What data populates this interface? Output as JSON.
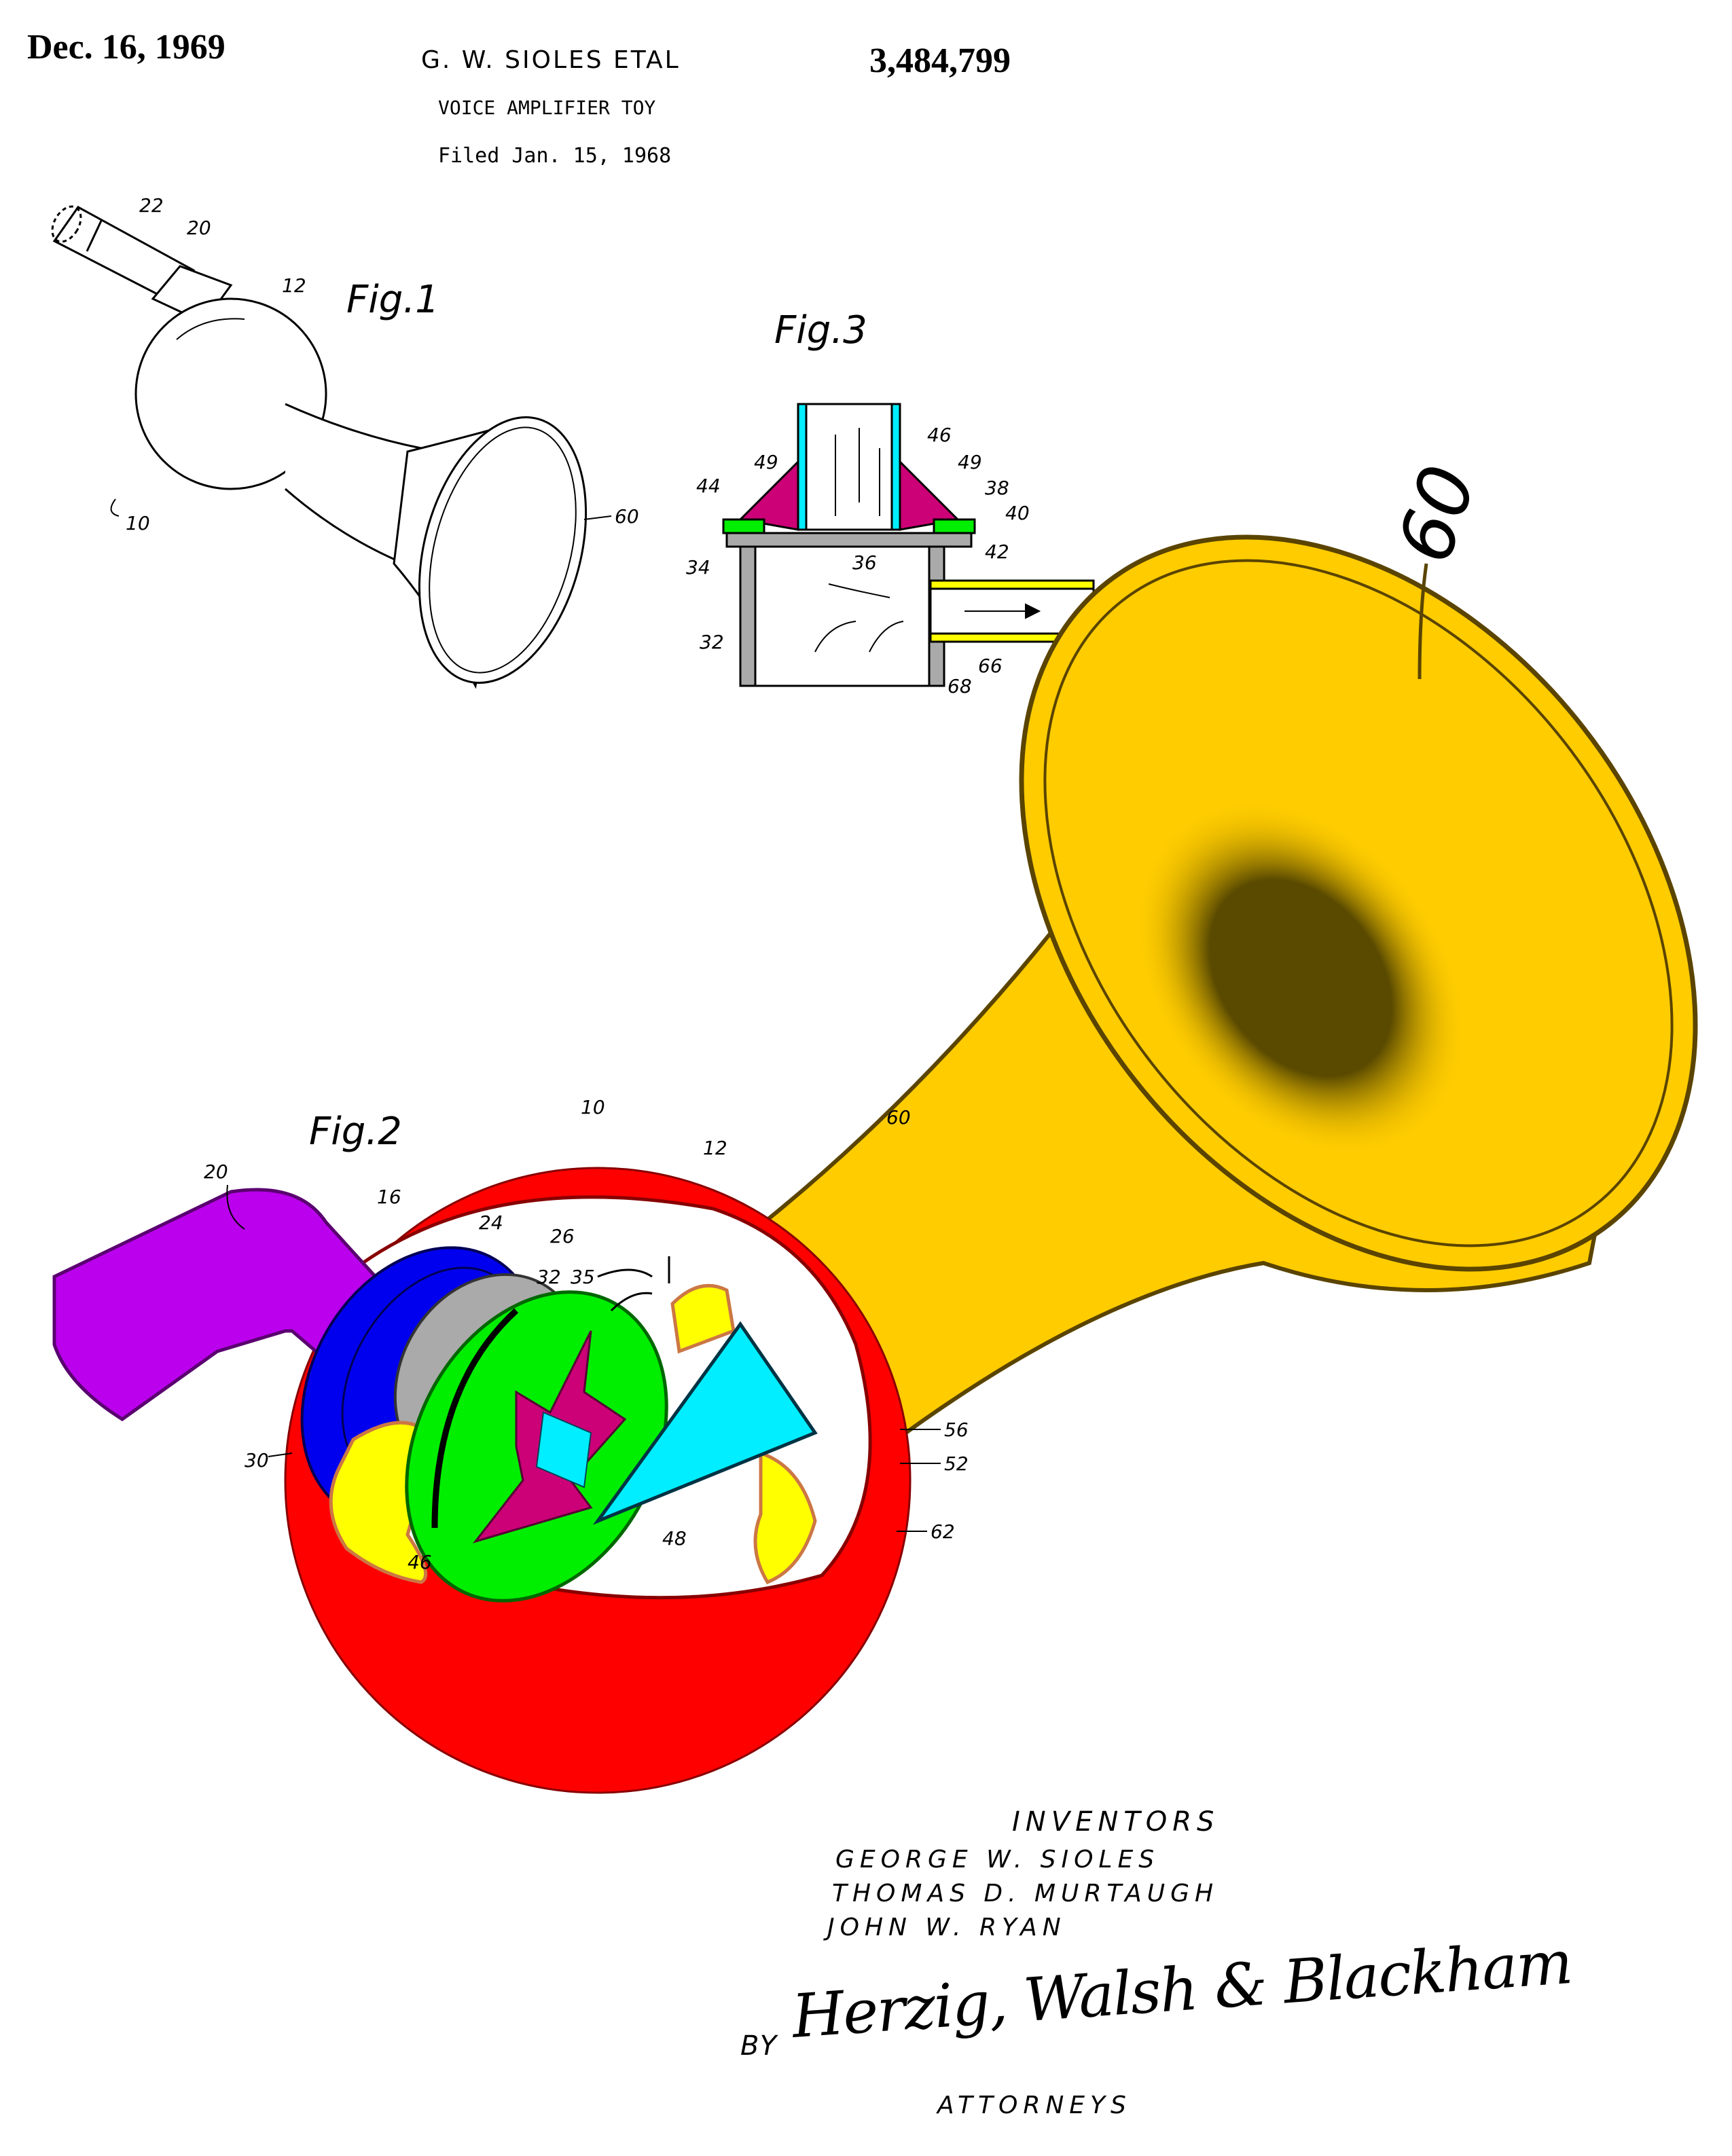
{
  "header": {
    "date": "Dec. 16, 1969",
    "assignee": "G. W. SIOLES ETAL",
    "patent_number": "3,484,799",
    "title": "VOICE AMPLIFIER TOY",
    "filed": "Filed Jan. 15, 1968"
  },
  "figures": {
    "fig1": {
      "label": "Fig.1",
      "refs": {
        "r22": "22",
        "r20": "20",
        "r12": "12",
        "r10": "10",
        "r60": "60"
      }
    },
    "fig2": {
      "label": "Fig.2",
      "refs": {
        "r10": "10",
        "r12": "12",
        "r20": "20",
        "r16": "16",
        "r24": "24",
        "r26": "26",
        "r32": "32",
        "r35": "35",
        "r30": "30",
        "r46": "46",
        "r48": "48",
        "r56": "56",
        "r52": "52",
        "r62": "62",
        "r60": "60"
      }
    },
    "fig3": {
      "label": "Fig.3",
      "refs": {
        "r46": "46",
        "r49a": "49",
        "r49b": "49",
        "r44": "44",
        "r38": "38",
        "r40": "40",
        "r34": "34",
        "r36": "36",
        "r42": "42",
        "r32": "32",
        "r66": "66",
        "r68": "68"
      }
    },
    "horn_label": "60"
  },
  "colors": {
    "horn": "#FFCC00",
    "horn_outline": "#5a4400",
    "horn_shadow": "#5a4a00",
    "ball": "#FF0000",
    "mouthpiece": "#BB00EE",
    "ring": "#0000EE",
    "cylinder": "#AAAAAA",
    "disc": "#00EE00",
    "reed": "#CC0077",
    "cone": "#00EEFF",
    "inner_ring": "#FFFF00"
  },
  "signature_block": {
    "heading": "INVENTORS",
    "inventors": [
      "GEORGE W. SIOLES",
      "THOMAS D. MURTAUGH",
      "JOHN W. RYAN"
    ],
    "by": "BY",
    "firm_signature": "Herzig, Walsh & Blackham",
    "role": "ATTORNEYS"
  }
}
